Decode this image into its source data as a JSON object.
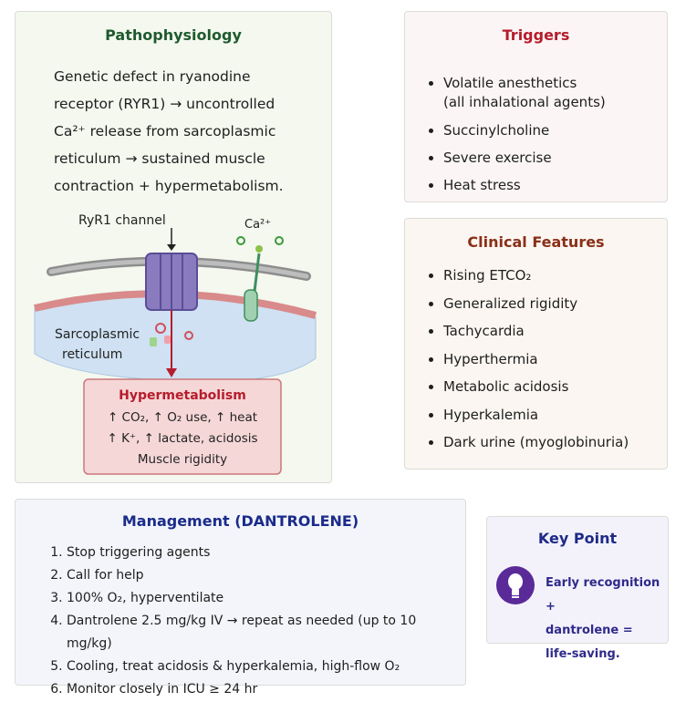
{
  "pathophysiology": {
    "title": "Pathophysiology",
    "lines": [
      "Genetic defect in ryanodine",
      "receptor (RYR1) → uncontrolled",
      "Ca²⁺ release from sarcoplasmic",
      "reticulum → sustained muscle",
      "contraction + hypermetabolism."
    ],
    "diagram": {
      "channel_label": "RyR1 channel",
      "ion_label": "Ca²⁺",
      "sr_label_1": "Sarcoplasmic",
      "sr_label_2": "reticulum",
      "box_title": "Hypermetabolism",
      "box_lines": [
        "↑ CO₂, ↑ O₂ use, ↑ heat",
        "↑ K⁺, ↑ lactate, acidosis",
        "Muscle rigidity"
      ]
    }
  },
  "triggers": {
    "title": "Triggers",
    "items": [
      "Volatile anesthetics",
      "Succinylcholine",
      "Severe exercise",
      "Heat stress"
    ],
    "first_item_sub": "(all inhalational agents)"
  },
  "clinical": {
    "title": "Clinical Features",
    "items": [
      "Rising ETCO₂",
      "Generalized rigidity",
      "Tachycardia",
      "Hyperthermia",
      "Metabolic acidosis",
      "Hyperkalemia",
      "Dark urine (myoglobinuria)"
    ]
  },
  "management": {
    "title": "Management (DANTROLENE)",
    "items": [
      "Stop triggering agents",
      "Call for help",
      "100% O₂, hyperventilate",
      "Dantrolene 2.5 mg/kg IV → repeat as needed (up to 10 mg/kg)",
      "Cooling, treat acidosis & hyperkalemia, high-flow O₂",
      "Monitor closely in ICU ≥ 24 hr"
    ]
  },
  "key_point": {
    "title": "Key Point",
    "lines": [
      "Early recognition +",
      "dantrolene =",
      "life-saving."
    ],
    "icon": "lightbulb-icon"
  },
  "colors": {
    "patho_title": "#1f5a2e",
    "triggers_title": "#b51d2c",
    "clinical_title": "#8a2f18",
    "mgmt_title": "#1a2b8a",
    "key_accent": "#5a2a99"
  }
}
